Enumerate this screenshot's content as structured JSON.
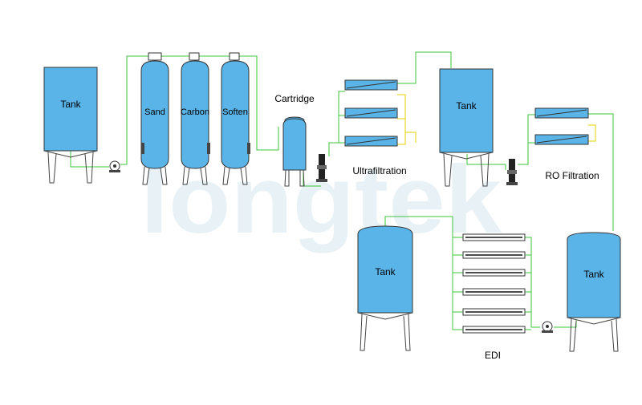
{
  "watermark": "longtek",
  "labels": {
    "tank_raw": "Tank",
    "sand": "Sand",
    "carbon": "Carbon",
    "soften": "Soften",
    "cartridge": "Cartridge",
    "ultrafiltration": "Ultrafiltration",
    "tank_uf": "Tank",
    "ro": "RO Filtration",
    "tank_edi_out": "Tank",
    "tank_ro_out": "Tank",
    "edi": "EDI"
  },
  "colors": {
    "vessel": "#5ab4e8",
    "pipe": "#3cc43c",
    "drain": "#e6d200"
  }
}
